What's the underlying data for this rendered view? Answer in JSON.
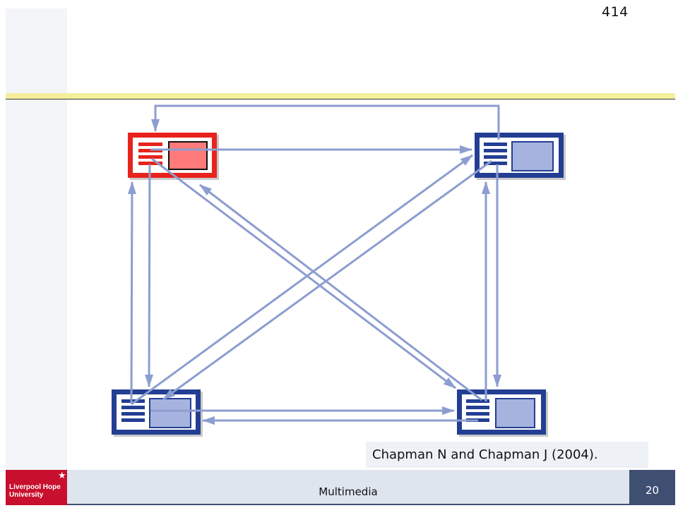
{
  "header": {
    "slide_number_top": "414"
  },
  "diagram": {
    "pages": [
      {
        "id": "top-left",
        "active": true
      },
      {
        "id": "top-right",
        "active": false
      },
      {
        "id": "bottom-left",
        "active": false
      },
      {
        "id": "bottom-right",
        "active": false
      }
    ],
    "colors": {
      "active_border": "#e8231d",
      "active_fill": "#ff7a7a",
      "inactive_border": "#233e93",
      "inactive_fill": "#a6b3de",
      "arrow": "#8c9dd0"
    }
  },
  "citation": "Chapman N and Chapman J (2004).",
  "footer": {
    "logo_line1": "Liverpool Hope",
    "logo_line2": "University",
    "title": "Multimedia",
    "page_number": "20"
  }
}
